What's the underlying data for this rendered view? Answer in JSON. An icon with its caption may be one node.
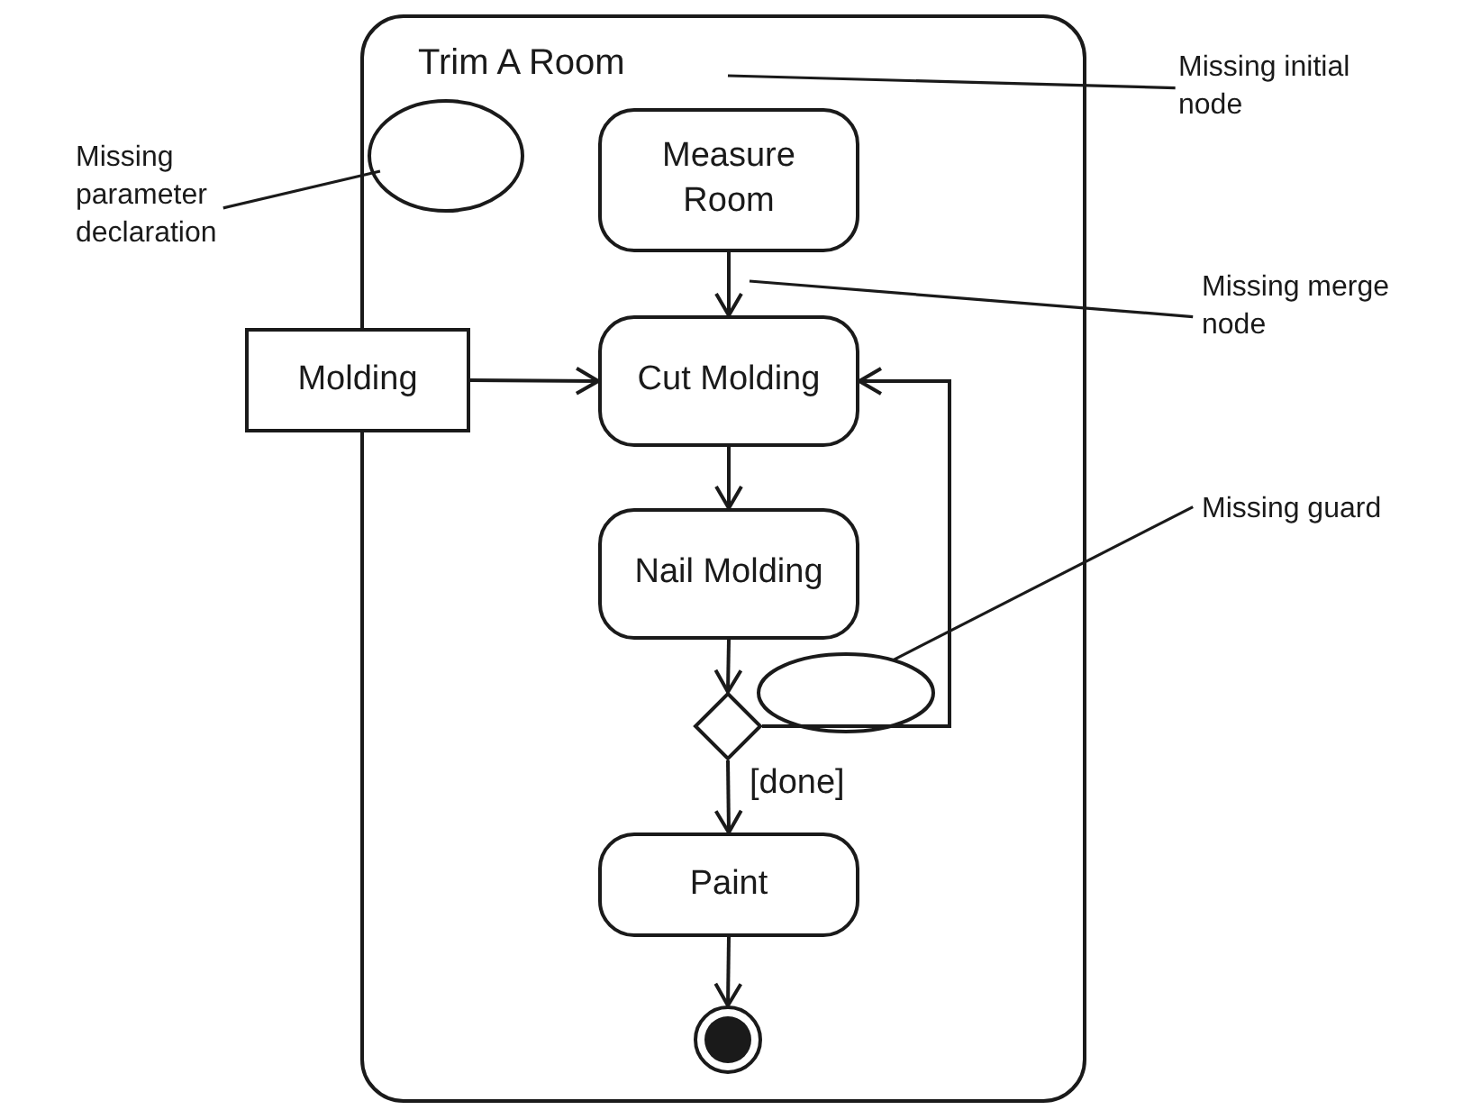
{
  "diagram": {
    "nodes": [
      {
        "text": [
          "Trim A Room"
        ]
      },
      {
        "text": [],
        "shape": "ellipse",
        "in": 0
      },
      {
        "text": [
          "Measure Room"
        ],
        "in": 0
      },
      {
        "text": [
          "Molding"
        ]
      },
      {
        "text": [
          "Cut Molding"
        ],
        "in": 0
      },
      {
        "text": [
          "Nail Molding"
        ],
        "in": 0
      },
      {
        "text": [],
        "shape": "diamond",
        "in": 0
      },
      {
        "text": [],
        "shape": "ellipse",
        "in": 0
      },
      {
        "text": [
          "Paint"
        ],
        "in": 0
      },
      {
        "text": [],
        "shape": "circle",
        "in": 0
      },
      {
        "text": [
          "Missing initial node"
        ]
      },
      {
        "text": [
          "Missing parameter declaration"
        ]
      },
      {
        "text": [
          "Missing merge node"
        ]
      },
      {
        "text": [
          "Missing guard"
        ]
      }
    ],
    "edges": [
      {
        "from": 2,
        "to": 4,
        "arrow": "to"
      },
      {
        "from": 3,
        "to": 4,
        "arrow": "to"
      },
      {
        "from": 4,
        "to": 5,
        "arrow": "to"
      },
      {
        "from": 5,
        "to": 6,
        "arrow": "to"
      },
      {
        "from": 6,
        "to": 4,
        "arrow": "to"
      },
      {
        "from": 6,
        "to": 8,
        "arrow": "to",
        "label": "[done]"
      },
      {
        "from": 8,
        "to": 9,
        "arrow": "to"
      },
      {
        "from": 10,
        "to": null,
        "arrow": "none"
      },
      {
        "from": 11,
        "to": 1,
        "arrow": "none"
      },
      {
        "from": 12,
        "to": null,
        "arrow": "none"
      },
      {
        "from": 13,
        "to": 7,
        "arrow": "none"
      }
    ]
  }
}
